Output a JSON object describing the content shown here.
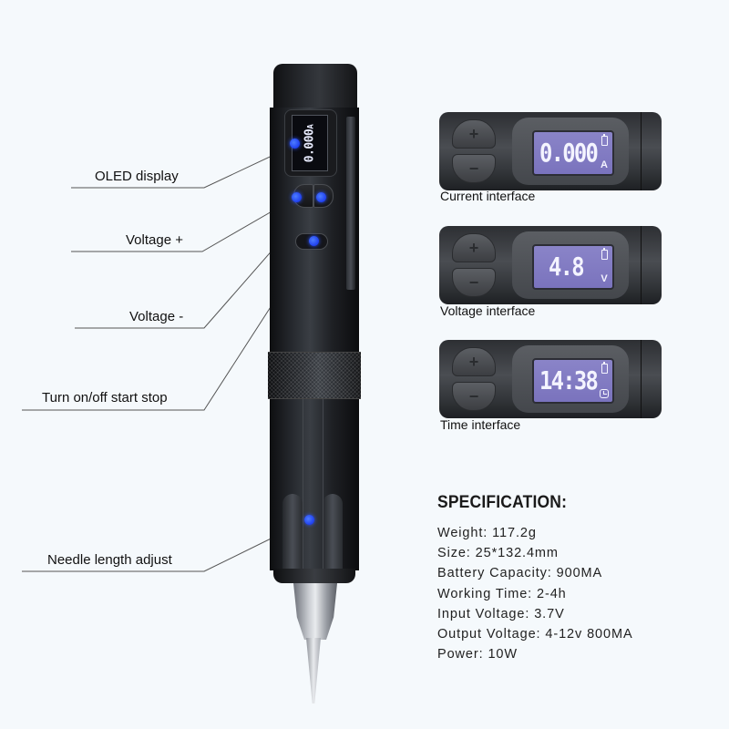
{
  "callouts": [
    {
      "id": "oled",
      "label": "OLED display"
    },
    {
      "id": "voltage_plus",
      "label": "Voltage +"
    },
    {
      "id": "voltage_minus",
      "label": "Voltage -"
    },
    {
      "id": "power",
      "label": "Turn on/off  start stop"
    },
    {
      "id": "needle",
      "label": "Needle length adjust"
    }
  ],
  "pen": {
    "oled_value": "0.000",
    "oled_unit": "A"
  },
  "interfaces": [
    {
      "caption": "Current interface",
      "value": "0.000",
      "unit": "A",
      "side_icons": [
        "battery-icon",
        "amp-unit"
      ]
    },
    {
      "caption": "Voltage interface",
      "value": "4.8",
      "unit": "V",
      "side_icons": [
        "battery-icon",
        "volt-unit"
      ]
    },
    {
      "caption": "Time interface",
      "value": "14:38",
      "unit": "",
      "side_icons": [
        "battery-icon",
        "clock-icon"
      ]
    }
  ],
  "interface_buttons": {
    "plus": "+",
    "minus": "−"
  },
  "specification": {
    "title": "SPECIFICATION:",
    "items": [
      "Weight: 117.2g",
      "Size: 25*132.4mm",
      "Battery Capacity: 900MA",
      "Working Time: 2-4h",
      "Input Voltage: 3.7V",
      "Output Voltage: 4-12v 800MA",
      "Power: 10W"
    ]
  },
  "colors": {
    "background": "#f5f9fc",
    "lcd": "#7f79c2",
    "indicator_dot": "#1f3ff0",
    "pen_body": "#1e2024"
  }
}
